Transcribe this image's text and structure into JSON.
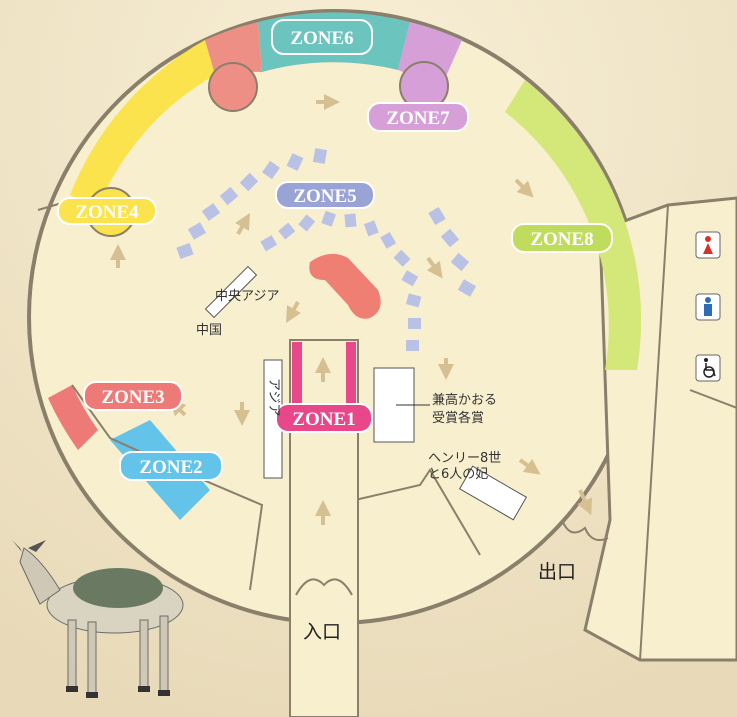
{
  "colors": {
    "background": "#efe5c9",
    "floor": "#f8efcf",
    "wall": "#8a7f6a",
    "zone1": "#e8478a",
    "zone2": "#63c3e8",
    "zone3": "#ee7a78",
    "zone4": "#fbe34d",
    "zone5": "#9aa3d6",
    "zone6": "#6cc4bf",
    "zone7": "#d79fd7",
    "zone8": "#d4e87a",
    "seats": "#b9c1e4",
    "centerpiece": "#ee7f72",
    "arrows": "#d6bf90"
  },
  "zones": {
    "zone1": "ZONE1",
    "zone2": "ZONE2",
    "zone3": "ZONE3",
    "zone4": "ZONE4",
    "zone5": "ZONE5",
    "zone6": "ZONE6",
    "zone7": "ZONE7",
    "zone8": "ZONE8"
  },
  "labels": {
    "central_asia": "中央アジア",
    "china": "中国",
    "asia": "アジア",
    "kaneko_line1": "兼高かおる",
    "kaneko_line2": "受賞各賞",
    "henry_line1": "ヘンリー8世",
    "henry_line2": "と6人の妃",
    "entrance": "入口",
    "exit": "出口"
  },
  "facilities": [
    {
      "name": "restroom-women",
      "icon": "female-restroom-icon"
    },
    {
      "name": "restroom-men",
      "icon": "male-restroom-icon"
    },
    {
      "name": "restroom-accessible",
      "icon": "wheelchair-icon"
    }
  ],
  "decoration": {
    "icon": "donkey-figurine"
  }
}
